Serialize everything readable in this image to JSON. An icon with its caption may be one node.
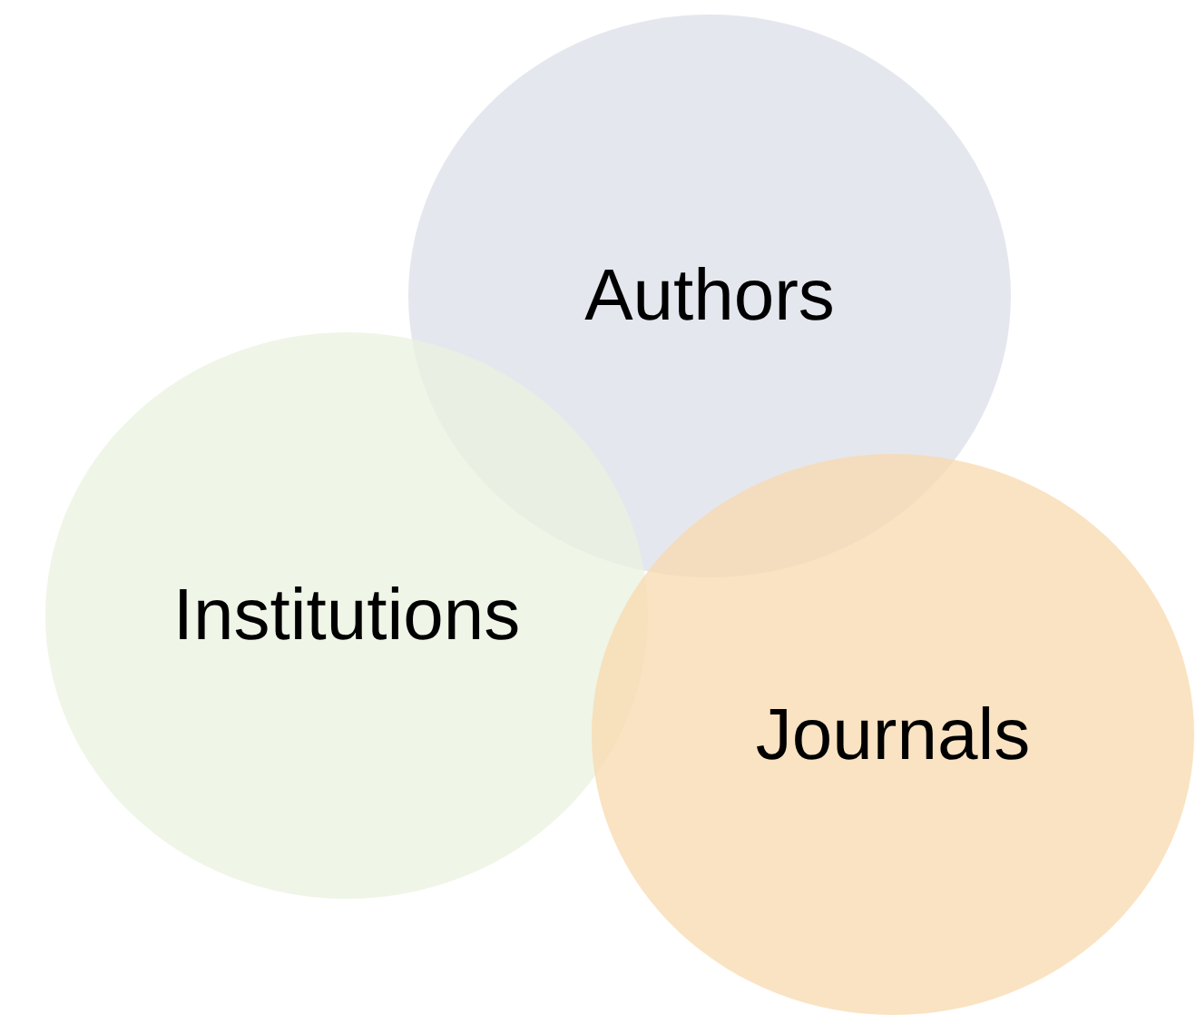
{
  "diagram": {
    "nodes": [
      {
        "text": [
          "Authors"
        ]
      },
      {
        "text": [
          "Institutions"
        ]
      },
      {
        "text": [
          "Journals"
        ]
      }
    ]
  }
}
